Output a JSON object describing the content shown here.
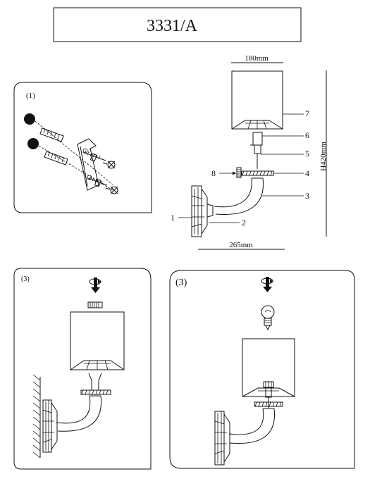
{
  "title": "3331/A",
  "dimensions": {
    "width": "180mm",
    "depth": "265mm",
    "height": "H420mm"
  },
  "step1": {
    "label": "(1)"
  },
  "step2": {
    "label": "(3)"
  },
  "step3": {
    "label": "(3)"
  },
  "parts": {
    "p1": "1",
    "p2": "2",
    "p3": "3",
    "p4": "4",
    "p5": "5",
    "p6": "6",
    "p7": "7",
    "p8": "8"
  },
  "icons": [
    "screw-rotate-icon",
    "light-bulb-icon",
    "wall-anchor-icon",
    "screw-icon",
    "mounting-bracket-icon"
  ]
}
